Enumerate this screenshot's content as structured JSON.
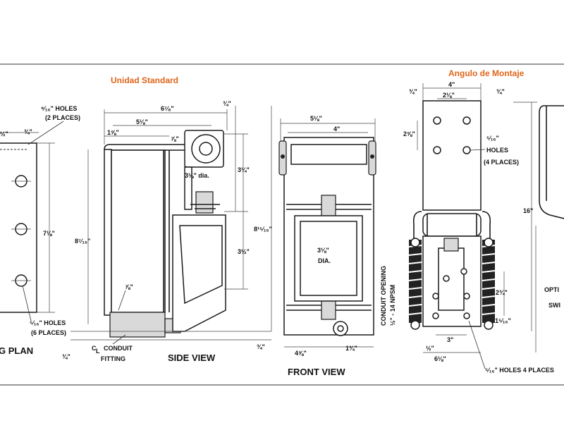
{
  "headings": {
    "standard": "Unidad Standard",
    "mounting": "Angulo de Montaje"
  },
  "views": {
    "plan": "G PLAN",
    "side": "SIDE VIEW",
    "front": "FRONT VIEW",
    "option": "OPTI",
    "option2": "SWI"
  },
  "plan": {
    "holes_2": "⁹⁄₁₆\" HOLES",
    "holes_2_places": "(2 PLACES)",
    "dim_half": "½\"",
    "dim_3q": "¾\"",
    "dim_7_18": "7⅛\"",
    "holes_6": "⁵⁄₁₆\" HOLES",
    "holes_6_places": "(6 PLACES)",
    "dim_3q_bottom": "¾\""
  },
  "side": {
    "dim_6_78": "6⁷⁄₈\"",
    "dim_5_18": "5⅛\"",
    "dim_1_58": "1⅝\"",
    "dim_78": "⅞\"",
    "dim_3q_top": "¾\"",
    "dia": "3⅛\" dia.",
    "dim_3_14": "3¼\"",
    "dim_8_716": "8⁷⁄₁₆\"",
    "dim_8_1516": "8¹⁵⁄₁₆\"",
    "dim_3_12": "3½\"",
    "dim_78_low": "⅞\"",
    "conduit_1": "C",
    "conduit_sub": "L",
    "conduit_2": "CONDUIT",
    "conduit_3": "FITTING",
    "dim_3q_bottom": "¾\""
  },
  "front": {
    "dim_5_18": "5⅛\"",
    "dim_4": "4\"",
    "dia_1": "3⅛\"",
    "dia_2": "DIA.",
    "dim_4_58": "4⅝\"",
    "dim_1_34": "1¾\"",
    "conduit_v1": "CONDUIT OPENING",
    "conduit_v2": "½\" - 14 NPSM"
  },
  "mount": {
    "dim_4": "4\"",
    "dim_2_18": "2⅛\"",
    "dim_3q_left": "¾\"",
    "dim_3q_right": "¾\"",
    "dim_2_58": "2⅝\"",
    "holes": "⁵⁄₁₆\"",
    "holes_2": "HOLES",
    "holes_3": "(4 PLACES)",
    "dim_16": "16\"",
    "dim_2_34": "2¾\"",
    "dim_1_516": "1⁵⁄₁₆\"",
    "dim_3": "3\"",
    "dim_half": "½\"",
    "dim_6_18": "6⅛\"",
    "holes_bottom": "⁵⁄₁₆\" HOLES 4 PLACES"
  }
}
